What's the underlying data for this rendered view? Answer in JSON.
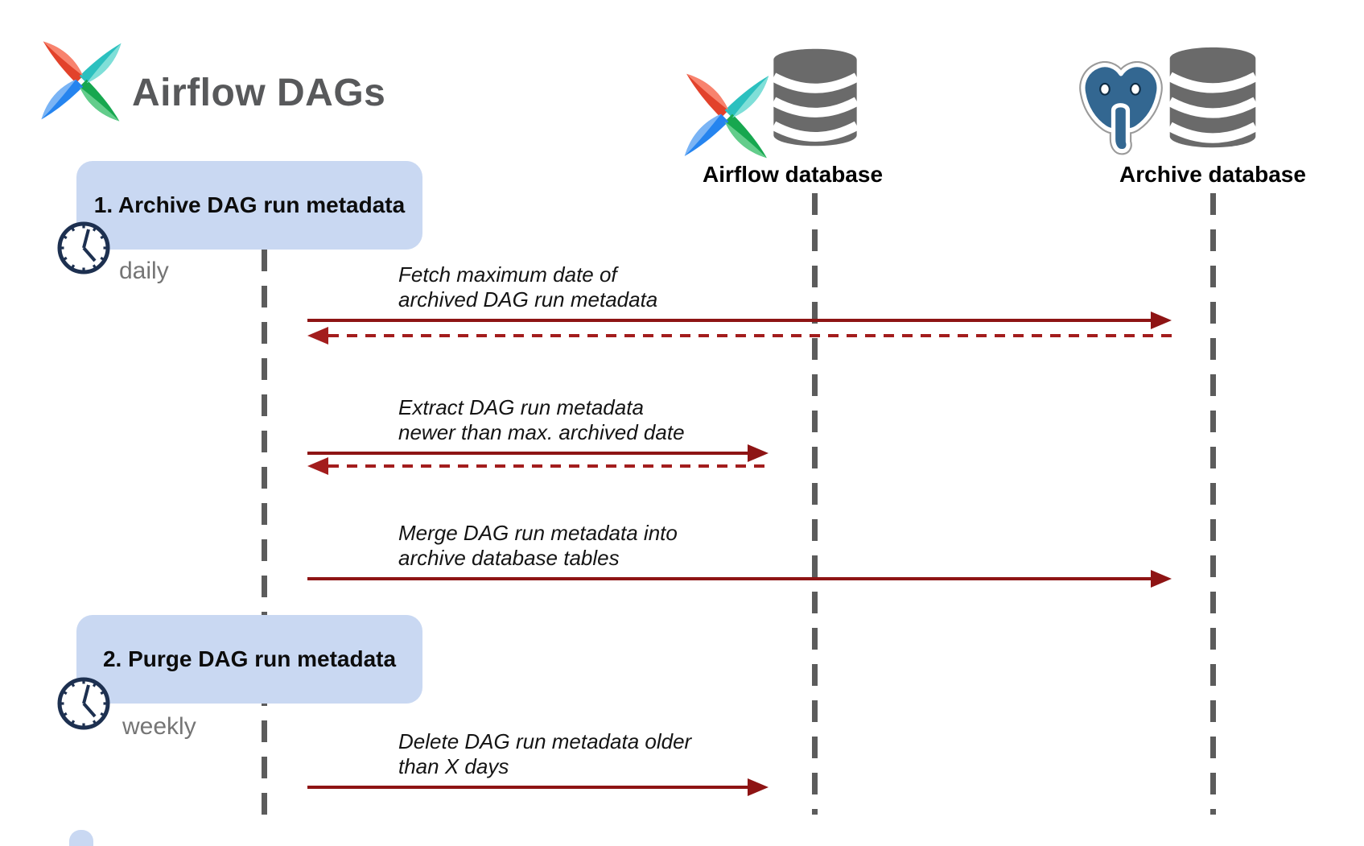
{
  "title": "Airflow DAGs",
  "actors": {
    "dag": {
      "name": "Airflow DAGs"
    },
    "airflow_db": {
      "label": "Airflow database"
    },
    "archive_db": {
      "label": "Archive database"
    }
  },
  "steps": [
    {
      "label": "1. Archive DAG run metadata",
      "schedule": "daily"
    },
    {
      "label": "2. Purge DAG run metadata",
      "schedule": "weekly"
    }
  ],
  "messages": [
    {
      "line1": "Fetch maximum date of",
      "line2": "archived DAG run metadata",
      "from": "Airflow DAGs",
      "to": "Archive database",
      "has_return": true
    },
    {
      "line1": "Extract DAG run metadata",
      "line2": "newer than max. archived date",
      "from": "Airflow DAGs",
      "to": "Airflow database",
      "has_return": true
    },
    {
      "line1": "Merge DAG run metadata into",
      "line2": "archive database tables",
      "from": "Airflow DAGs",
      "to": "Archive database",
      "has_return": false
    },
    {
      "line1": "Delete DAG run metadata older",
      "line2": "than X days",
      "from": "Airflow DAGs",
      "to": "Airflow database",
      "has_return": false
    }
  ],
  "icons": {
    "header": "airflow-pinwheel-icon",
    "airflow_db": [
      "airflow-pinwheel-icon",
      "database-cylinder-icon"
    ],
    "archive_db": [
      "postgresql-elephant-icon",
      "database-cylinder-icon"
    ],
    "steps": "clock-icon"
  },
  "colors": {
    "arrow_red": "#8e1414",
    "arrow_red_dash": "#a31d1d",
    "box_blue": "#c9d8f2",
    "lifeline_gray": "#5c5c5c",
    "title_gray": "#58595b",
    "schedule_gray": "#757575",
    "db_gray": "#6a6a6a",
    "postgres_blue": "#336791",
    "postgres_outline": "#9a9a9a",
    "clock_navy": "#1d3050",
    "logo_red": "#e2422b",
    "logo_red_light": "#f8836e",
    "logo_teal": "#2bc0bf",
    "logo_teal_light": "#7fdfd8",
    "logo_green": "#17a74f",
    "logo_green_light": "#63cd8b",
    "logo_blue": "#2584ef",
    "logo_blue_light": "#7ab4f5"
  }
}
